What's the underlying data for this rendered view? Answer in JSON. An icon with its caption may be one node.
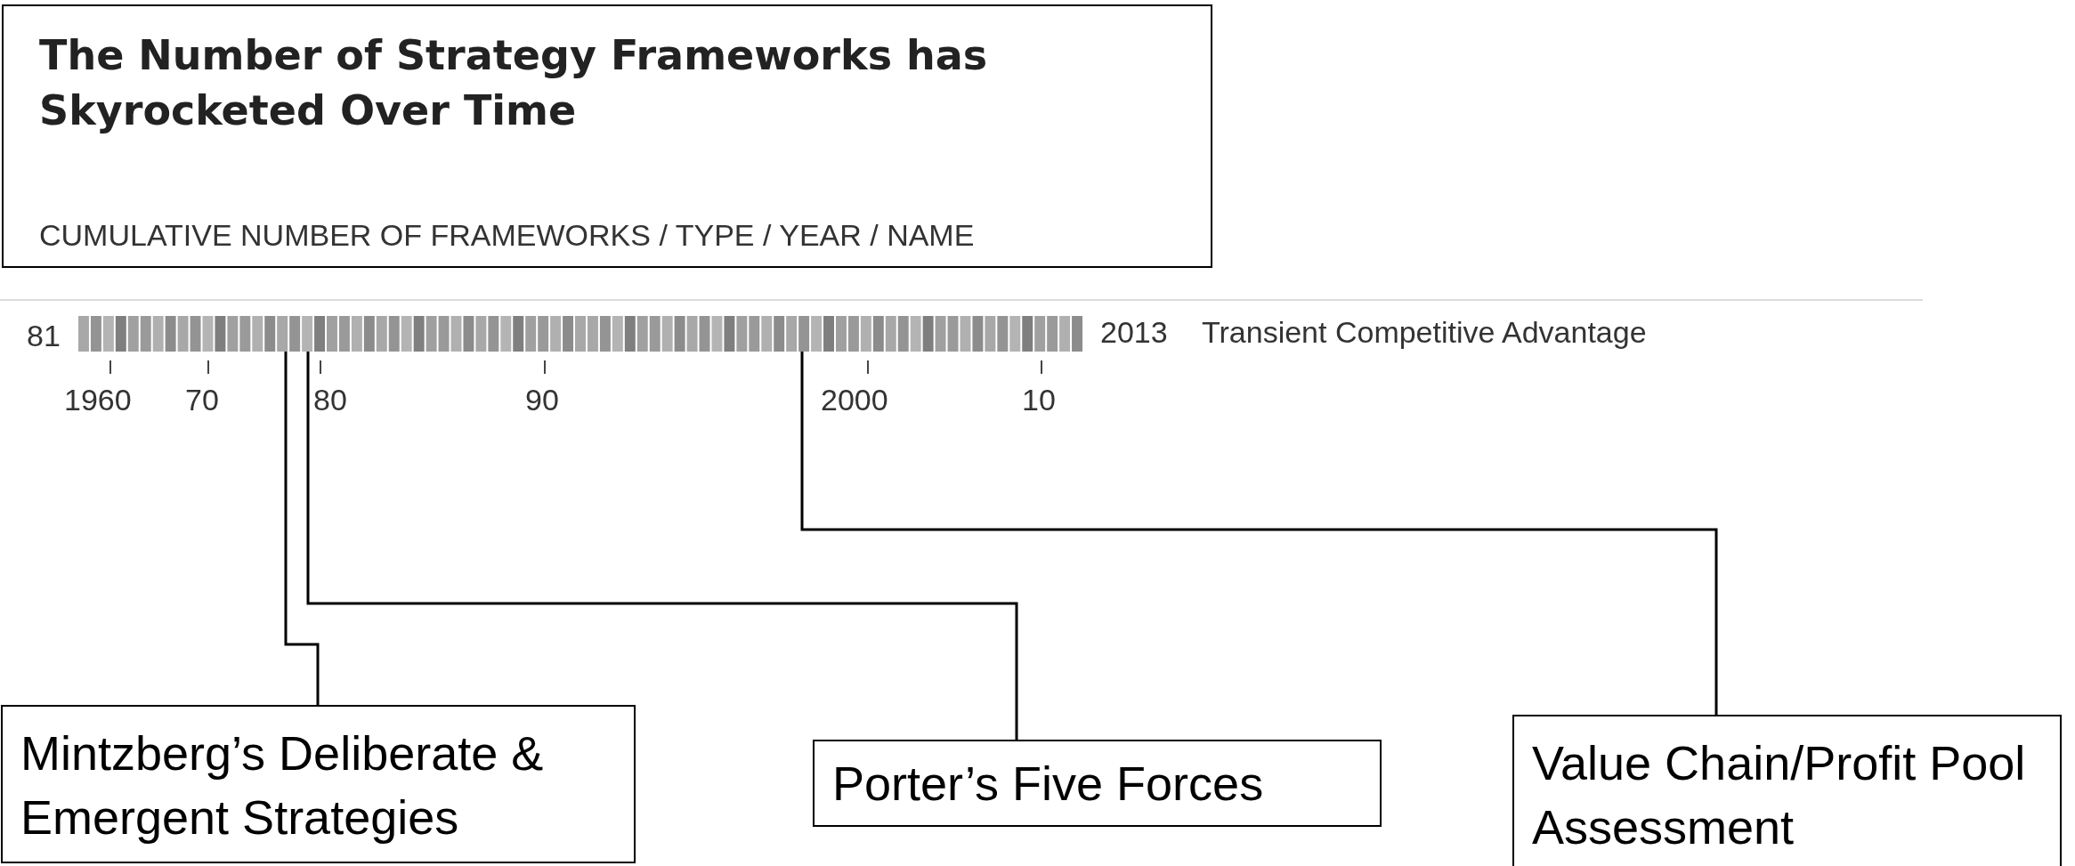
{
  "diagram": {
    "nodes": [
      {
        "text": [
          "The Number of Strategy Frameworks has Skyrocketed Over Time",
          "CUMULATIVE NUMBER OF FRAMEWORKS / TYPE / YEAR / NAME"
        ]
      },
      {
        "text": [
          "Mintzberg’s Deliberate & Emergent Strategies"
        ]
      },
      {
        "text": [
          "Porter’s Five Forces"
        ]
      },
      {
        "text": [
          "Value Chain/Profit Pool Assessment"
        ]
      }
    ],
    "edges": [
      {
        "from": 1,
        "to": null,
        "arrow": "none"
      },
      {
        "from": 2,
        "to": null,
        "arrow": "none"
      },
      {
        "from": 3,
        "to": null,
        "arrow": "none"
      }
    ],
    "labels": [
      "81",
      "2013",
      "Transient Competitive Advantage",
      "1960",
      "70",
      "80",
      "90",
      "2000",
      "10"
    ]
  }
}
